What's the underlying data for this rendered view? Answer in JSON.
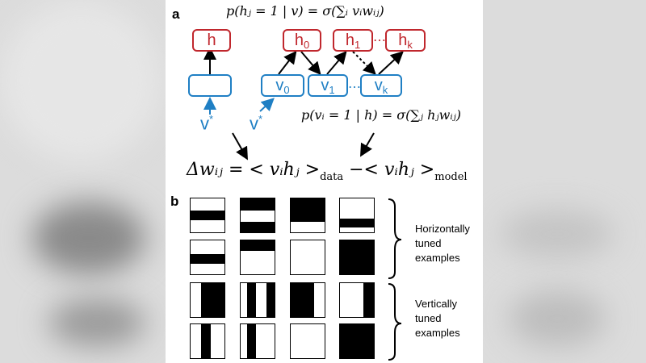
{
  "panel_a": {
    "label": "a",
    "eq_h": "p(hⱼ = 1 | v) = σ(∑ᵢ vᵢwᵢⱼ)",
    "eq_v": "p(vᵢ = 1 | h) = σ(∑ⱼ hⱼwᵢⱼ)",
    "eq_dw": "Δwᵢⱼ = < vᵢhⱼ >",
    "eq_data_sub": "data",
    "eq_minus": " −< vᵢhⱼ >",
    "eq_model_sub": "model",
    "hidden_single": "h",
    "hidden_nodes": [
      {
        "base": "h",
        "sub": "0"
      },
      {
        "base": "h",
        "sub": "1"
      },
      {
        "base": "h",
        "sub": "k"
      }
    ],
    "visible_nodes": [
      {
        "base": "v",
        "sub": "0"
      },
      {
        "base": "v",
        "sub": "1"
      },
      {
        "base": "v",
        "sub": "k"
      }
    ],
    "vstar_base": "v",
    "vstar_sup": "*",
    "ellipsis": "…"
  },
  "panel_b": {
    "label": "b",
    "caption_horizontal": "Horizontally tuned examples",
    "caption_vertical": "Vertically tuned examples",
    "grid": [
      [
        {
          "o": "h",
          "bars": [
            [
              0.35,
              0.65
            ]
          ]
        },
        {
          "o": "h",
          "bars": [
            [
              0,
              0.35
            ],
            [
              0.68,
              1
            ]
          ]
        },
        {
          "o": "h",
          "bars": [
            [
              0,
              0.68
            ]
          ]
        },
        {
          "o": "h",
          "bars": [
            [
              0.6,
              0.85
            ]
          ]
        }
      ],
      [
        {
          "o": "h",
          "bars": [
            [
              0.4,
              0.68
            ]
          ]
        },
        {
          "o": "h",
          "bars": [
            [
              0,
              0.3
            ]
          ]
        },
        {
          "o": "h",
          "bars": []
        },
        {
          "o": "h",
          "bars": [
            [
              0,
              1
            ]
          ]
        }
      ],
      [
        {
          "o": "v",
          "bars": [
            [
              0.3,
              1
            ]
          ]
        },
        {
          "o": "v",
          "bars": [
            [
              0.2,
              0.45
            ],
            [
              0.75,
              1
            ]
          ]
        },
        {
          "o": "v",
          "bars": [
            [
              0,
              0.7
            ]
          ]
        },
        {
          "o": "v",
          "bars": [
            [
              0.7,
              1
            ]
          ]
        }
      ],
      [
        {
          "o": "v",
          "bars": [
            [
              0.3,
              0.6
            ]
          ]
        },
        {
          "o": "v",
          "bars": [
            [
              0.2,
              0.45
            ]
          ]
        },
        {
          "o": "v",
          "bars": []
        },
        {
          "o": "v",
          "bars": [
            [
              0,
              1
            ]
          ]
        }
      ]
    ]
  },
  "colors": {
    "hidden": "#c0272d",
    "visible": "#1f7fc4",
    "ink": "#000000"
  }
}
